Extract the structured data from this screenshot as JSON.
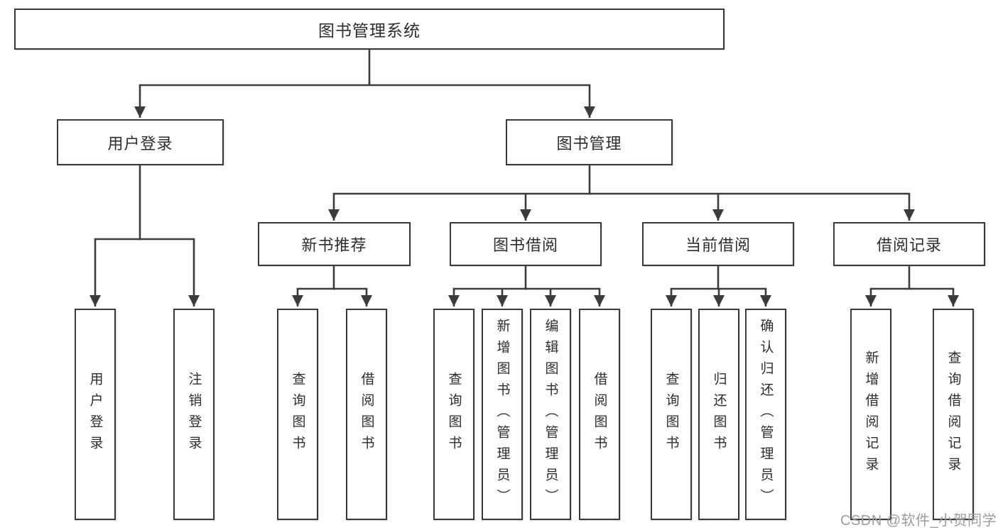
{
  "tree": {
    "label": "图书管理系统",
    "children": [
      {
        "label": "用户登录",
        "children": [
          {
            "label": "用户登录"
          },
          {
            "label": "注销登录"
          }
        ]
      },
      {
        "label": "图书管理",
        "children": [
          {
            "label": "新书推荐",
            "children": [
              {
                "label": "查询图书"
              },
              {
                "label": "借阅图书"
              }
            ]
          },
          {
            "label": "图书借阅",
            "children": [
              {
                "label": "查询图书"
              },
              {
                "label": "新增图书（管理员）"
              },
              {
                "label": "编辑图书（管理员）"
              },
              {
                "label": "借阅图书"
              }
            ]
          },
          {
            "label": "当前借阅",
            "children": [
              {
                "label": "查询图书"
              },
              {
                "label": "归还图书"
              },
              {
                "label": "确认归还（管理员）"
              }
            ]
          },
          {
            "label": "借阅记录",
            "children": [
              {
                "label": "新增借阅记录"
              },
              {
                "label": "查询借阅记录"
              }
            ]
          }
        ]
      }
    ]
  },
  "watermark": "CSDN @软件_小贺同学",
  "colors": {
    "line": "#3b3b3b",
    "text": "#2d2d2d",
    "box_background": "#ffffff",
    "watermark": "#9c9c9c",
    "background": "#ffffff"
  }
}
